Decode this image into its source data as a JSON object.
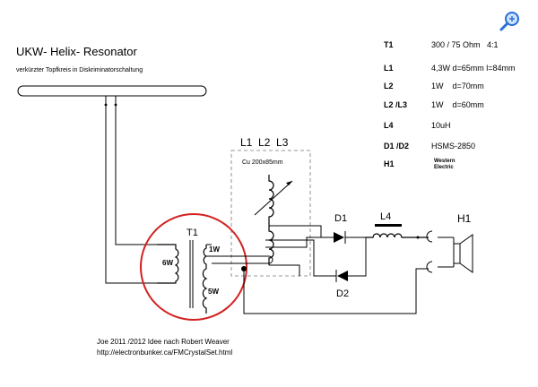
{
  "title": "UKW- Helix- Resonator",
  "subtitle": "verkürzter Topfkreis in Diskriminatorschaltung",
  "parts": [
    {
      "name": "T1",
      "value": "300 / 75 Ohm   4:1"
    },
    {
      "name": "L1",
      "value": "4,3W d=65mm l=84mm"
    },
    {
      "name": "L2",
      "value": "1W    d=70mm"
    },
    {
      "name": "L2 /L3",
      "value": "1W    d=60mm"
    },
    {
      "name": "L4",
      "value": "10uH"
    },
    {
      "name": "D1 /D2",
      "value": "HSMS-2850"
    },
    {
      "name": "H1",
      "value": "Western\nElectric"
    }
  ],
  "labels": {
    "l1l2l3": "L1  L2  L3",
    "cu": "Cu 200x85mm",
    "t1": "T1",
    "w6": "6W",
    "w1": "1W",
    "w5": "5W",
    "d1": "D1",
    "d2": "D2",
    "l4": "L4",
    "h1": "H1"
  },
  "footer": {
    "credit": "Joe 2011 /2012 Idee nach Robert Weaver",
    "url": "http://electronbunker.ca/FMCrystalSet.html"
  },
  "colors": {
    "highlight_circle": "#d42020",
    "zoom_icon": "#2a6fd6"
  },
  "icon": "zoom-in-icon"
}
